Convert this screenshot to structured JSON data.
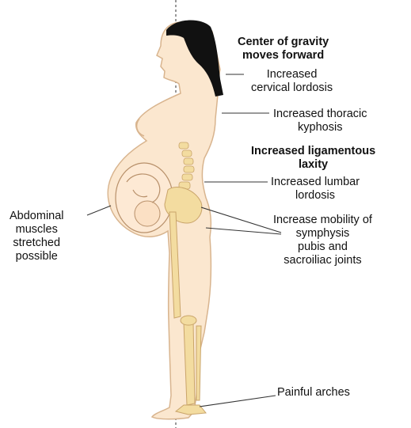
{
  "labels": {
    "center_gravity_1": "Center of gravity",
    "center_gravity_2": "moves forward",
    "cervical_1": "Increased",
    "cervical_2": "cervical lordosis",
    "thoracic_1": "Increased thoracic",
    "thoracic_2": "kyphosis",
    "ligament_1": "Increased ligamentous",
    "ligament_2": "laxity",
    "lumbar_1": "Increased lumbar",
    "lumbar_2": "lordosis",
    "mobility_1": "Increase mobility of",
    "mobility_2": "symphysis",
    "mobility_3": "pubis and",
    "mobility_4": "sacroiliac joints",
    "abdominal_1": "Abdominal",
    "abdominal_2": "muscles",
    "abdominal_3": "stretched",
    "abdominal_4": "possible",
    "arches": "Painful arches"
  },
  "colors": {
    "skin": "#fbe7cf",
    "skin_outline": "#d8b48e",
    "hair": "#111111",
    "bone": "#f3dca0",
    "bone_outline": "#c9a46a",
    "line": "#333333"
  }
}
